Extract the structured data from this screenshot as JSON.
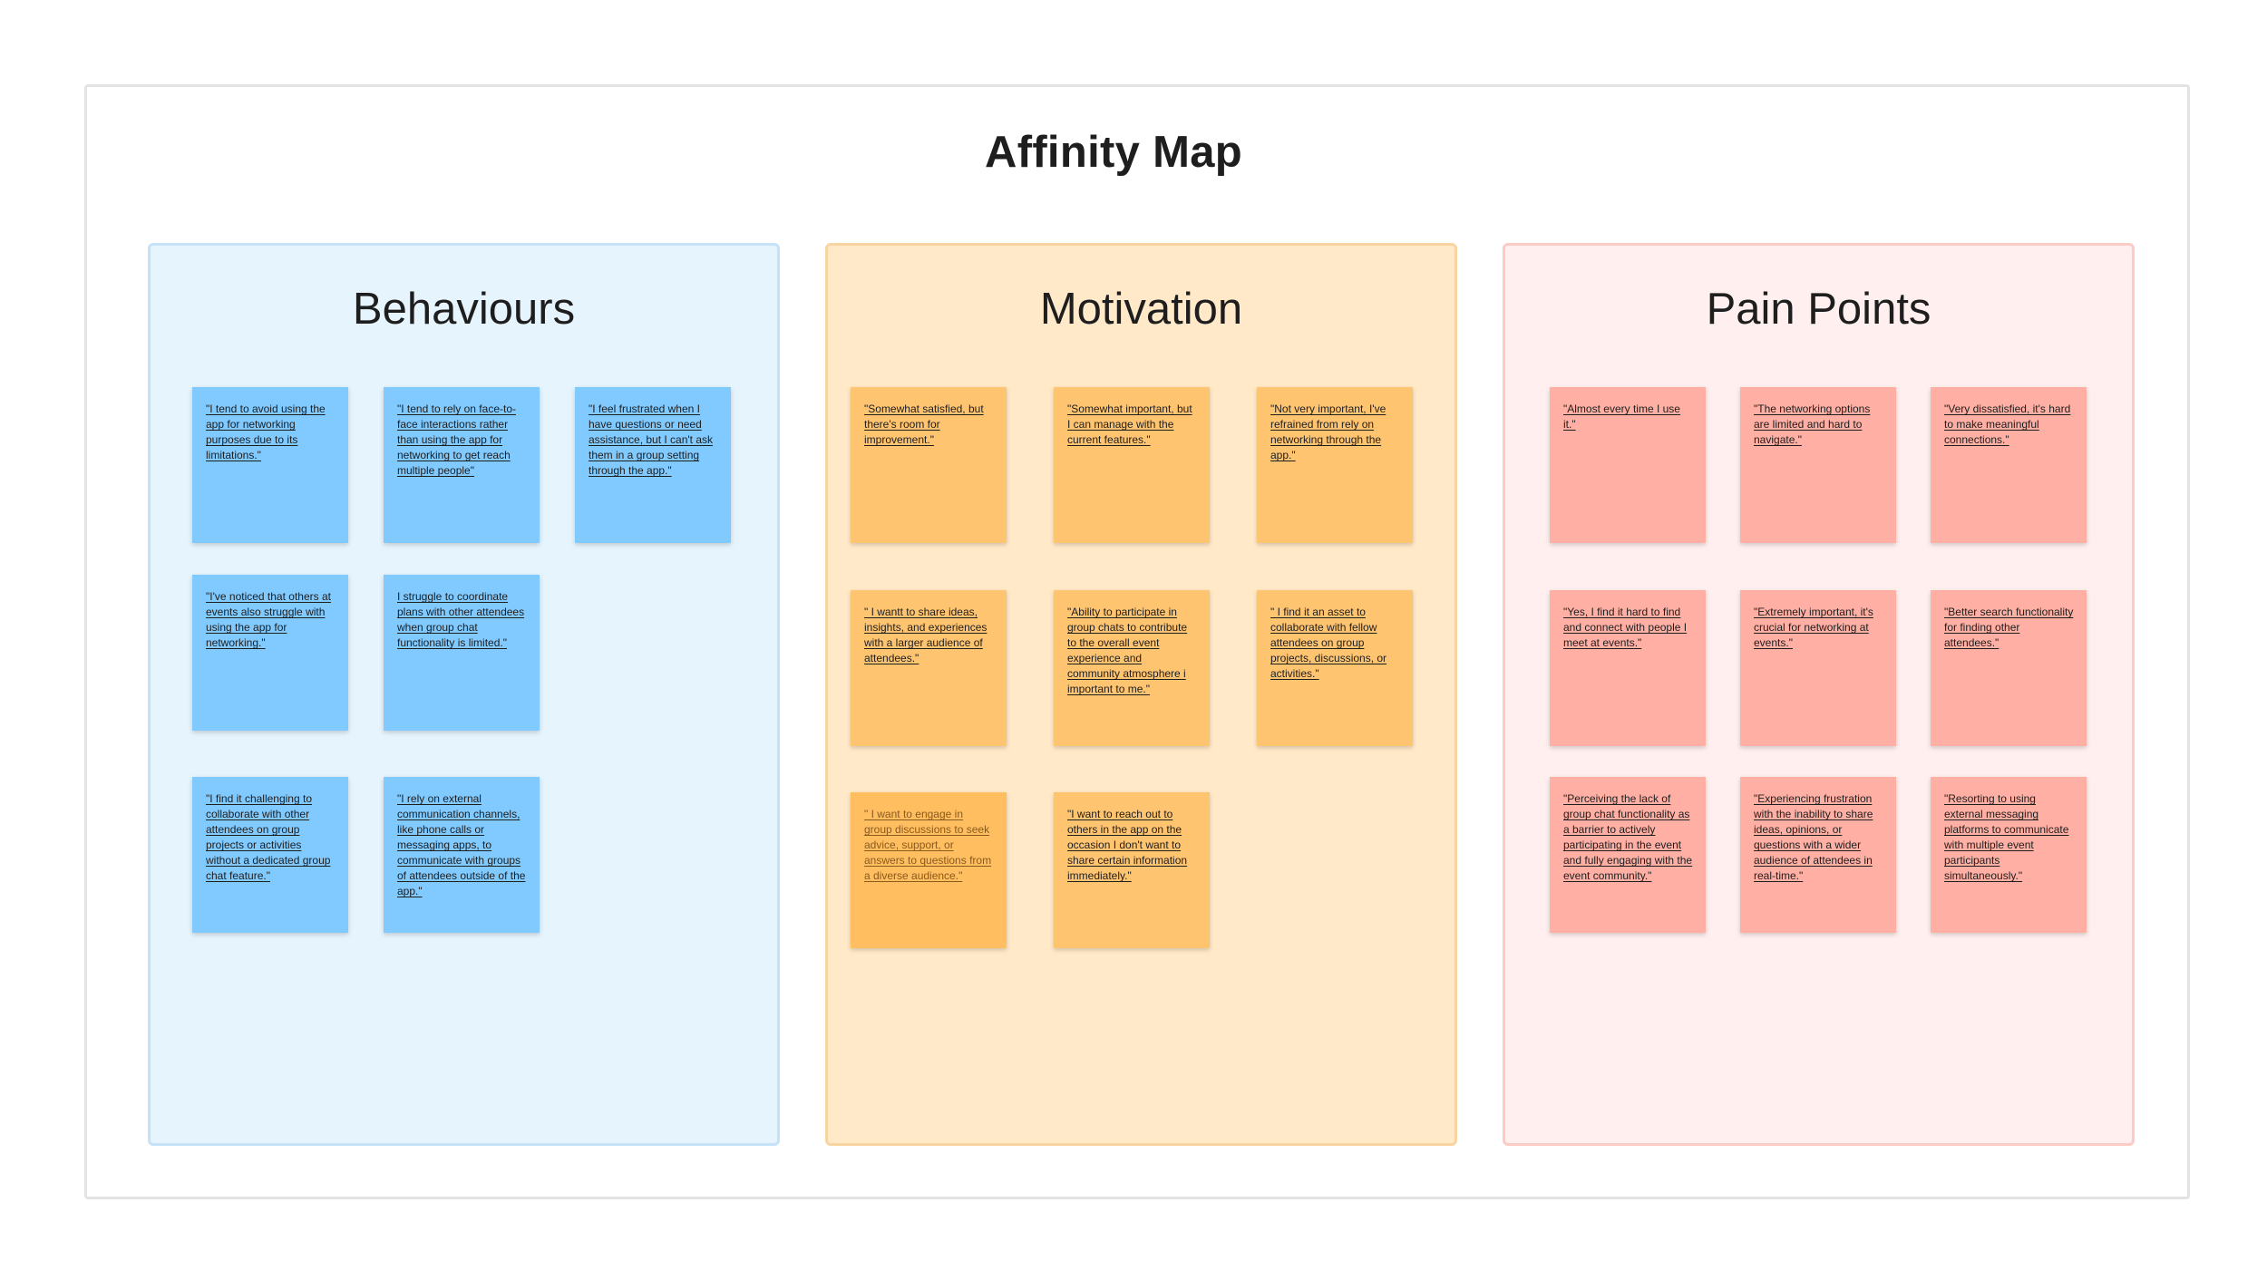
{
  "title": "Affinity Map",
  "sections": {
    "behaviours": {
      "title": "Behaviours",
      "notes": [
        "\"I tend to avoid using the app for networking purposes due to its limitations.\"",
        "\"I tend to rely on face-to-face interactions rather than using the app for networking to get reach multiple people\"",
        "\"I feel frustrated when I have questions or need assistance, but I can't ask them in a group setting through the app.\"",
        "\"I've noticed that others at events also struggle with using the app for networking.\"",
        "I struggle to coordinate plans with other attendees when group chat functionality is limited.\"",
        "\"I find it challenging to collaborate with other attendees on group projects or activities without a dedicated group chat feature.\"",
        "\"I rely on external communication channels, like phone calls or messaging apps, to communicate with groups of attendees outside of the app.\""
      ]
    },
    "motivation": {
      "title": "Motivation",
      "notes": [
        "\"Somewhat satisfied, but there's room for improvement.\"",
        "\"Somewhat important, but I can manage with the current features.\"",
        "\"Not very important, I've refrained from rely on networking through the app.\"",
        "\" I wantt to share ideas, insights, and experiences with a larger audience of attendees.\"",
        "\"Ability to participate in group chats to contribute to the overall event experience and community atmosphere i important to me.\"",
        "\" I find it an asset to collaborate with fellow attendees on group projects, discussions, or activities.\"",
        "\" I want to engage in group discussions to seek advice, support, or answers to questions from a diverse audience.\"",
        "\"I want to reach out to others in the app on the occasion I don't want to share certain information immediately.\""
      ]
    },
    "pain_points": {
      "title": "Pain Points",
      "notes": [
        "\"Almost every time I use it.\"",
        "\"The networking options are limited and hard to navigate.\"",
        "\"Very dissatisfied, it's hard to make meaningful connections.\"",
        "\"Yes, I find it hard to find and connect with people I meet at events.\"",
        "\"Extremely important, it's crucial for networking at events.\"",
        "\"Better search functionality for finding other attendees.\"",
        "\"Perceiving the lack of group chat functionality as a barrier to actively participating in the event and fully engaging with the event community.\"",
        "\"Experiencing frustration with the inability to share ideas, opinions, or questions with a wider audience of attendees in real-time.\"",
        "\"Resorting to using external messaging platforms to communicate with multiple event participants simultaneously.\""
      ]
    }
  },
  "colors": {
    "behaviours_bg": "#e6f4fd",
    "behaviours_note": "#80caff",
    "motivation_bg": "#ffe9c8",
    "motivation_note": "#ffc470",
    "pain_points_bg": "#ffefee",
    "pain_points_note": "#ffafa3"
  }
}
